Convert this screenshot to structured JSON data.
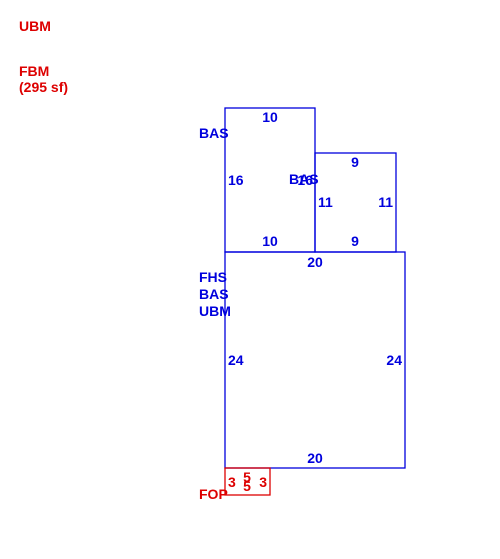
{
  "colors": {
    "main": "#0000dd",
    "accent": "#dd0000",
    "background": "#ffffff"
  },
  "legend": {
    "ubm": "UBM",
    "fbm": "FBM",
    "fbm_area": "(295 sf)"
  },
  "areas": {
    "bas_1": "BAS",
    "bas_2": "BAS",
    "main_line1": "FHS",
    "main_line2": "BAS",
    "main_line3": "UBM",
    "fop": "FOP"
  },
  "dimensions": {
    "r1_top": "10",
    "r1_left": "16",
    "r1_right": "16",
    "r1_bottom": "10",
    "r2_top": "9",
    "r2_left": "11",
    "r2_right": "11",
    "r2_bottom": "9",
    "r3_top": "20",
    "r3_left": "24",
    "r3_right": "24",
    "r3_bottom": "20",
    "r4_left": "3",
    "r4_top": "5",
    "r4_bottom": "5",
    "r4_right": "3"
  }
}
